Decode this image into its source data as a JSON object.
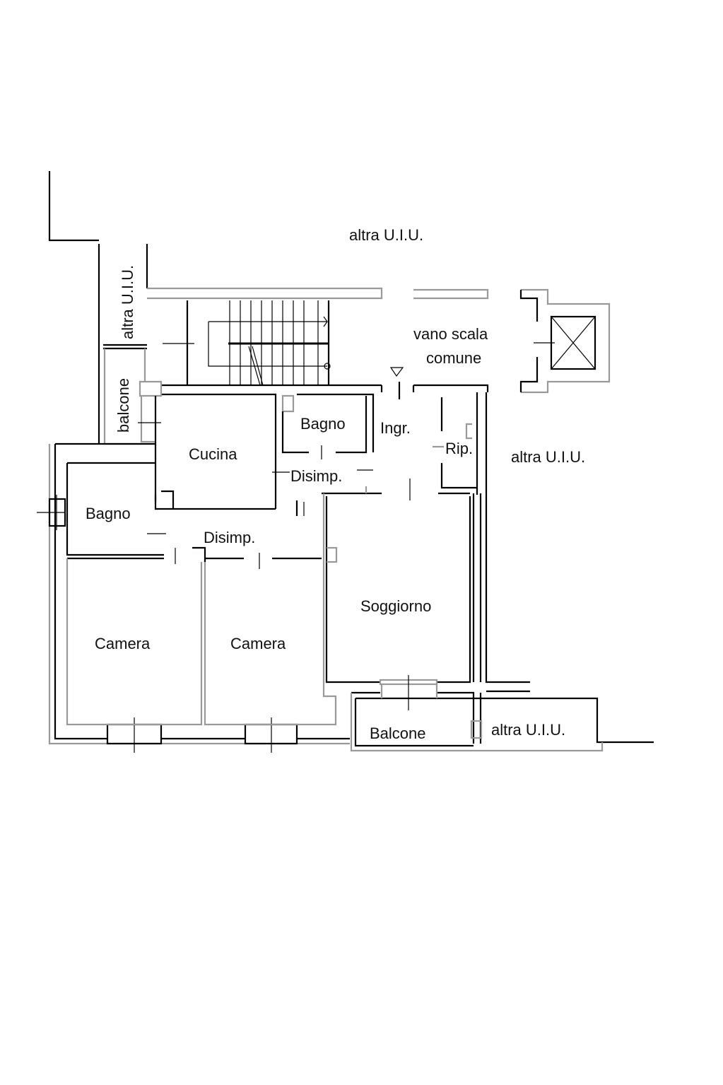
{
  "plan": {
    "labels": {
      "altra_top": "altra U.I.U.",
      "altra_left_vertical": "altra U.I.U.",
      "balcone_vertical": "balcone",
      "vano_scala_1": "vano scala",
      "vano_scala_2": "comune",
      "altra_right": "altra U.I.U.",
      "altra_bottom_right": "altra U.I.U.",
      "cucina": "Cucina",
      "bagno_1": "Bagno",
      "bagno_2": "Bagno",
      "ingresso": "Ingr.",
      "ripostiglio": "Rip.",
      "disimpegno_1": "Disimp.",
      "disimpegno_2": "Disimp.",
      "soggiorno": "Soggiorno",
      "camera_1": "Camera",
      "camera_2": "Camera",
      "balcone_bottom": "Balcone"
    }
  }
}
